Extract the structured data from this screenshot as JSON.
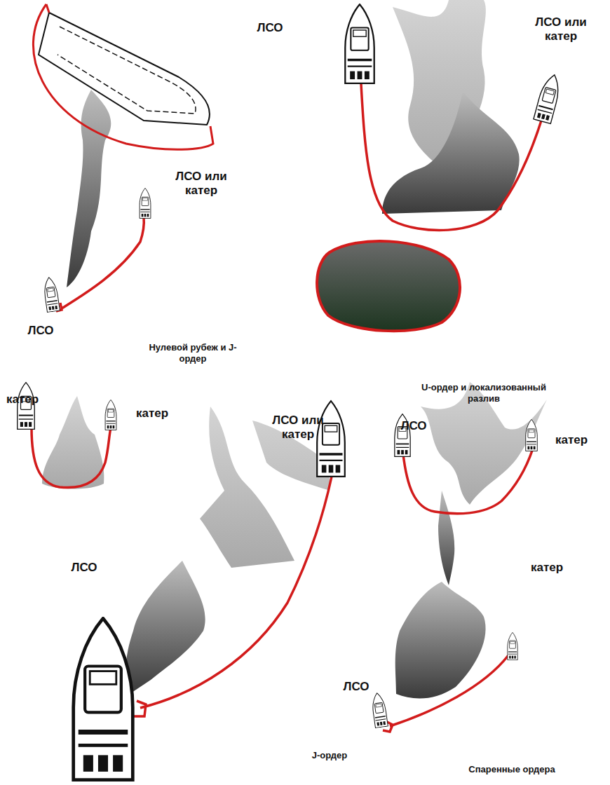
{
  "diagram": {
    "labels": [
      "ЛСО или катер",
      "ЛСО",
      "Нулевой рубеж и J-ордер",
      "ЛСО",
      "ЛСО или катер",
      "U-ордер и локализованный разлив",
      "катер",
      "катер",
      "ЛСО или катер",
      "ЛСО",
      "J-ордер",
      "ЛСО",
      "катер",
      "катер",
      "ЛСО",
      "Спаренные ордера"
    ]
  }
}
